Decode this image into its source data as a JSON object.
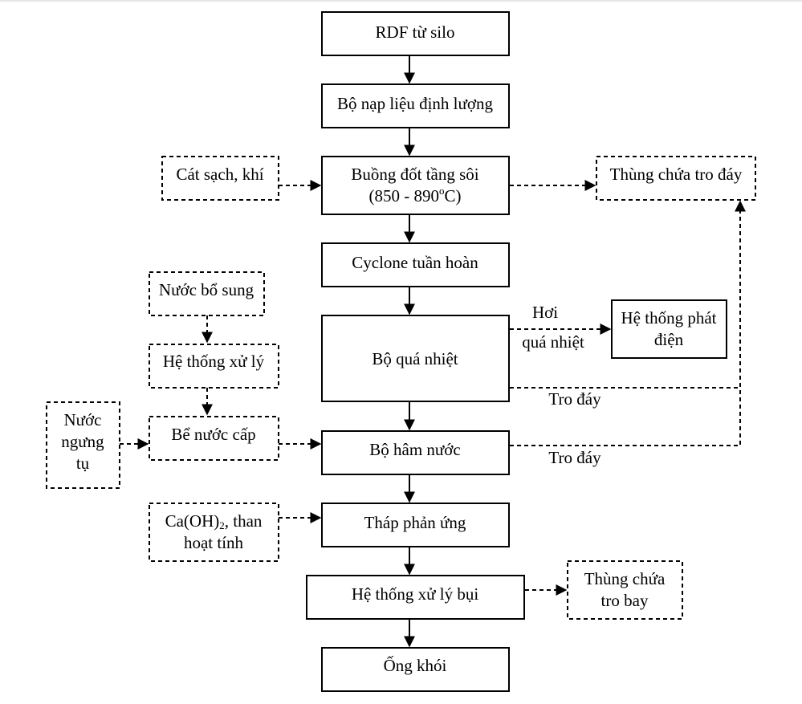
{
  "nodes": {
    "rdf_silo": "RDF từ silo",
    "feeder": "Bộ nạp liệu định lượng",
    "combustor_line1": "Buồng đốt tầng sôi",
    "combustor_line2_prefix": "(850 - 890",
    "combustor_line2_sup": "o",
    "combustor_line2_suffix": "C)",
    "sand_air": "Cát sạch, khí",
    "bottom_ash_bin": "Thùng chứa tro đáy",
    "cyclone": "Cyclone tuần hoàn",
    "makeup_water": "Nước bổ sung",
    "treatment_system": "Hệ thống xử lý",
    "superheater": "Bộ quá nhiệt",
    "power_system_line1": "Hệ thống phát",
    "power_system_line2": "điện",
    "condensate_line1": "Nước",
    "condensate_line2": "ngưng",
    "condensate_line3": "tụ",
    "feedwater_tank": "Bể nước cấp",
    "economizer": "Bộ hâm nước",
    "lime_carbon_prefix": "Ca(OH)",
    "lime_carbon_sub": "2",
    "lime_carbon_suffix": ", than",
    "lime_carbon_line2": "hoạt tính",
    "reaction_tower": "Tháp phản ứng",
    "dust_treatment": "Hệ thống xử lý bụi",
    "fly_ash_bin_line1": "Thùng chứa",
    "fly_ash_bin_line2": "tro bay",
    "chimney": "Ống khói"
  },
  "edge_labels": {
    "steam_line1": "Hơi",
    "steam_line2": "quá nhiệt",
    "bottom_ash_1": "Tro đáy",
    "bottom_ash_2": "Tro đáy"
  },
  "colors": {
    "stroke": "#000000",
    "background": "#ffffff"
  }
}
